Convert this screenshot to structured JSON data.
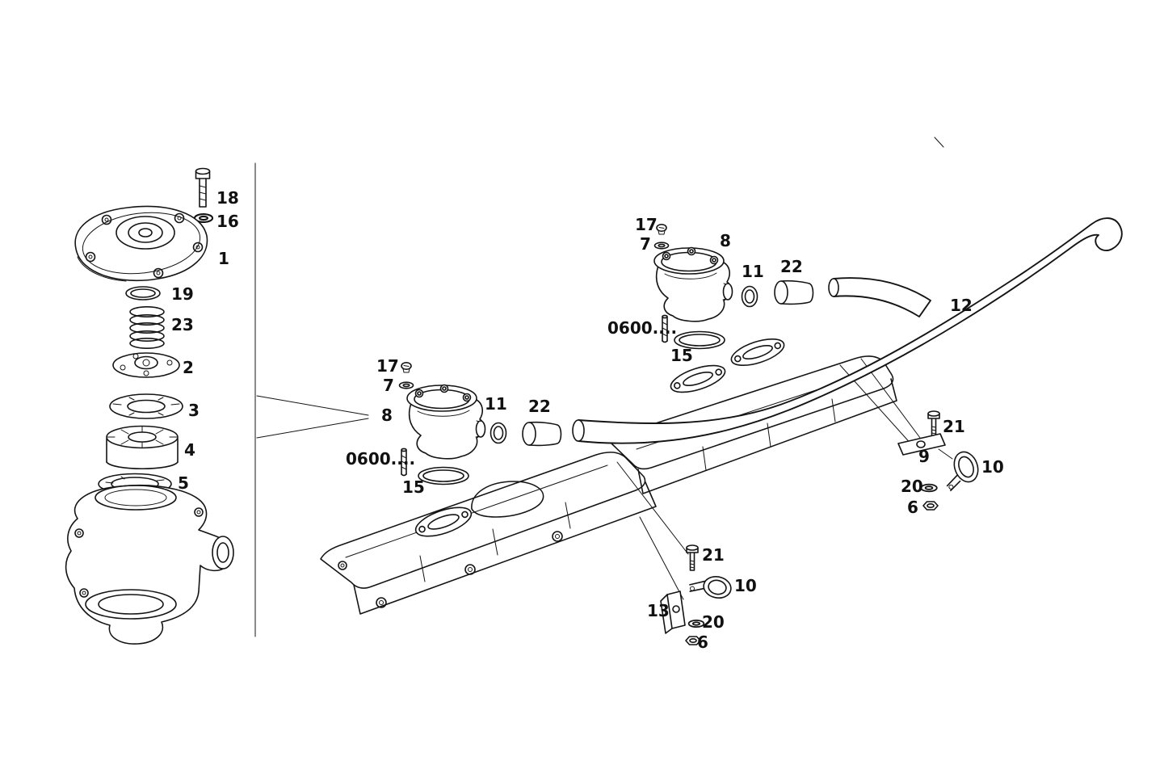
{
  "colors": {
    "ink": "#141414",
    "paper": "#ffffff"
  },
  "diagram": {
    "kind": "exploded-parts-diagram",
    "labels": [
      {
        "text": "18"
      },
      {
        "text": "16"
      },
      {
        "text": "1"
      },
      {
        "text": "19"
      },
      {
        "text": "23"
      },
      {
        "text": "2"
      },
      {
        "text": "3"
      },
      {
        "text": "4"
      },
      {
        "text": "5"
      },
      {
        "text": "17"
      },
      {
        "text": "7"
      },
      {
        "text": "8"
      },
      {
        "text": "11"
      },
      {
        "text": "22"
      },
      {
        "text": "0600...."
      },
      {
        "text": "15"
      },
      {
        "text": "17"
      },
      {
        "text": "7"
      },
      {
        "text": "8"
      },
      {
        "text": "11"
      },
      {
        "text": "22"
      },
      {
        "text": "0600...."
      },
      {
        "text": "15"
      },
      {
        "text": "12"
      },
      {
        "text": "21"
      },
      {
        "text": "9"
      },
      {
        "text": "10"
      },
      {
        "text": "20"
      },
      {
        "text": "6"
      },
      {
        "text": "21"
      },
      {
        "text": "10"
      },
      {
        "text": "13"
      },
      {
        "text": "20"
      },
      {
        "text": "6"
      }
    ]
  }
}
